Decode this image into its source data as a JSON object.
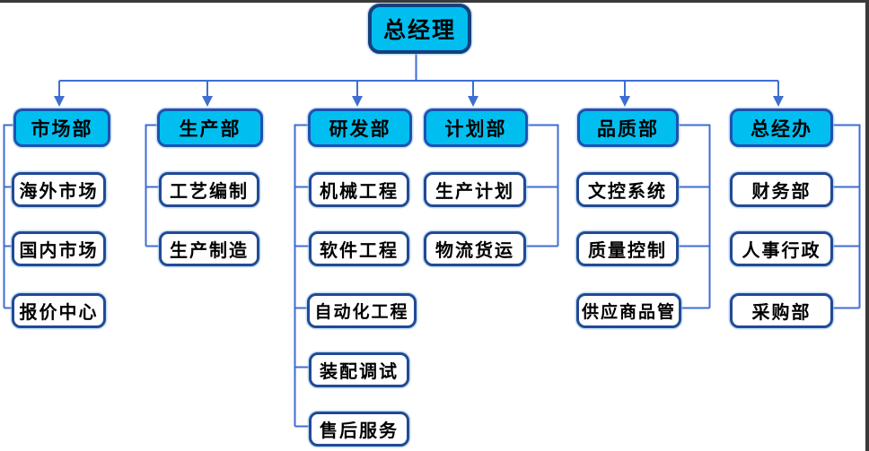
{
  "diagram": {
    "type": "org-chart",
    "root": {
      "label": "总经理"
    },
    "departments": [
      {
        "id": "marketing",
        "label": "市场部",
        "children": [
          "海外市场",
          "国内市场",
          "报价中心"
        ]
      },
      {
        "id": "production",
        "label": "生产部",
        "children": [
          "工艺编制",
          "生产制造"
        ]
      },
      {
        "id": "rd",
        "label": "研发部",
        "children": [
          "机械工程",
          "软件工程",
          "自动化工程",
          "装配调试",
          "售后服务"
        ]
      },
      {
        "id": "planning",
        "label": "计划部",
        "children": [
          "生产计划",
          "物流货运"
        ]
      },
      {
        "id": "quality",
        "label": "品质部",
        "children": [
          "文控系统",
          "质量控制",
          "供应商品管"
        ]
      },
      {
        "id": "gm-office",
        "label": "总经办",
        "children": [
          "财务部",
          "人事行政",
          "采购部"
        ]
      }
    ]
  },
  "colors": {
    "node_fill_cyan": "#00bff0",
    "root_border": "#15407d",
    "dept_border": "#1f52b0",
    "child_border": "#224a94",
    "connector": "#3e6ed2",
    "text": "#000000",
    "frame_border": "#3a3a3a",
    "background": "#ffffff"
  }
}
